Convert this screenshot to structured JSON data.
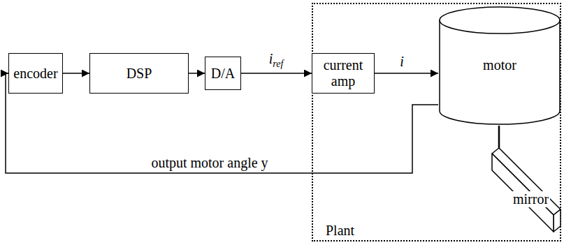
{
  "diagram": {
    "nodes": [
      {
        "text": [
          "encoder"
        ]
      },
      {
        "text": [
          "DSP"
        ]
      },
      {
        "text": [
          "D/A"
        ]
      },
      {
        "text": [
          "Plant"
        ]
      },
      {
        "text": [
          "current amp"
        ],
        "in": 3
      },
      {
        "text": [
          "motor"
        ],
        "in": 3
      },
      {
        "text": [
          "mirror"
        ],
        "in": 3
      }
    ],
    "edges": [
      {
        "from": 0,
        "to": 1,
        "arrow": "to"
      },
      {
        "from": 1,
        "to": 2,
        "arrow": "to"
      },
      {
        "from": 2,
        "to": 4,
        "label": "iref",
        "arrow": "to"
      },
      {
        "from": 4,
        "to": 5,
        "label": "i",
        "arrow": "to"
      },
      {
        "from": 5,
        "to": 0,
        "label": "output motor angle y",
        "arrow": "to"
      },
      {
        "from": 5,
        "to": 6,
        "arrow": "none"
      }
    ]
  }
}
